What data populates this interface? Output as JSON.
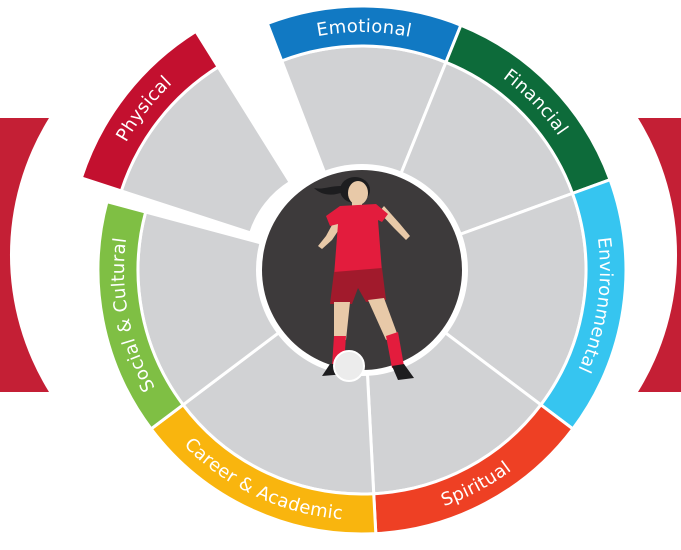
{
  "colors": {
    "background": "#ffffff",
    "segment_fill": "#d1d2d4",
    "segment_stroke": "#ffffff",
    "hub_fill": "#3d3a3b",
    "hub_ring": "#ffffff",
    "side_brackets": "#c41f35",
    "jersey": "#e31c3d",
    "shorts": "#a11a2c",
    "skin": "#e8c9a8",
    "hair": "#1d1d1f",
    "ball": "#ececec"
  },
  "wheel": {
    "segments": [
      {
        "label": "Emotional",
        "color": "#1179c3",
        "icon": "emotional-segment"
      },
      {
        "label": "Financial",
        "color": "#0d6b3a",
        "icon": "financial-segment"
      },
      {
        "label": "Environmental",
        "color": "#36c5f0",
        "icon": "environmental-segment"
      },
      {
        "label": "Spiritual",
        "color": "#ee4024",
        "icon": "spiritual-segment"
      },
      {
        "label": "Career & Academic",
        "color": "#f9b50e",
        "icon": "career-academic-segment"
      },
      {
        "label": "Social & Cultural",
        "color": "#7fbf44",
        "icon": "social-cultural-segment"
      },
      {
        "label": "Physical",
        "color": "#c3102f",
        "icon": "physical-segment"
      }
    ]
  },
  "hub": {
    "icon": "soccer-player-icon"
  }
}
